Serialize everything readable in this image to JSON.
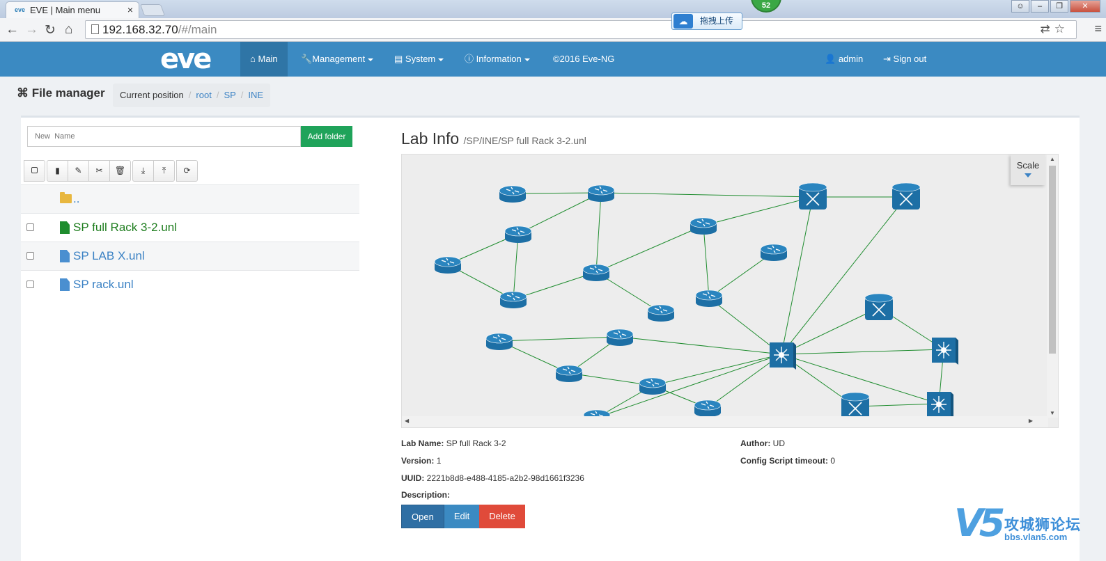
{
  "browser": {
    "tab_title": "EVE | Main menu",
    "url_host": "192.168.32.70",
    "url_path": "/#/main",
    "upload_label": "拖拽上传",
    "notification_count": "52"
  },
  "navbar": {
    "logo": "eve",
    "items": [
      {
        "label": "Main",
        "active": true
      },
      {
        "label": "Management"
      },
      {
        "label": "System"
      },
      {
        "label": "Information"
      },
      {
        "label": "©2016 Eve-NG"
      }
    ],
    "user": "admin",
    "sign_out": "Sign out"
  },
  "file_manager": {
    "title": "File manager",
    "breadcrumb": {
      "label": "Current position",
      "items": [
        "root",
        "SP",
        "INE"
      ]
    },
    "new_name_placeholder": "New  Name",
    "add_folder": "Add folder",
    "files": [
      {
        "name": ".."
      },
      {
        "name": "SP full Rack 3-2.unl",
        "selected": true
      },
      {
        "name": "SP LAB X.unl"
      },
      {
        "name": "SP rack.unl"
      }
    ]
  },
  "lab_info": {
    "title": "Lab Info",
    "path": "/SP/INE/SP full Rack 3-2.unl",
    "scale_label": "Scale",
    "lab_name_label": "Lab Name:",
    "lab_name": "SP full Rack 3-2",
    "author_label": "Author:",
    "author": "UD",
    "version_label": "Version:",
    "version": "1",
    "config_timeout_label": "Config Script timeout:",
    "config_timeout": "0",
    "uuid_label": "UUID:",
    "uuid": "2221b8d8-e488-4185-a2b2-98d1661f3236",
    "description_label": "Description:",
    "buttons": {
      "open": "Open",
      "edit": "Edit",
      "delete": "Delete"
    }
  },
  "watermark": {
    "logo": "V5",
    "title": "攻城狮论坛",
    "site": "bbs.vlan5.com"
  },
  "colors": {
    "navbar": "#3b8ac2",
    "link": "#3b82c4",
    "add_folder": "#1fa35a",
    "delete": "#e04a3a",
    "link_line": "#1e8c2e",
    "device": "#1d6fa5"
  }
}
